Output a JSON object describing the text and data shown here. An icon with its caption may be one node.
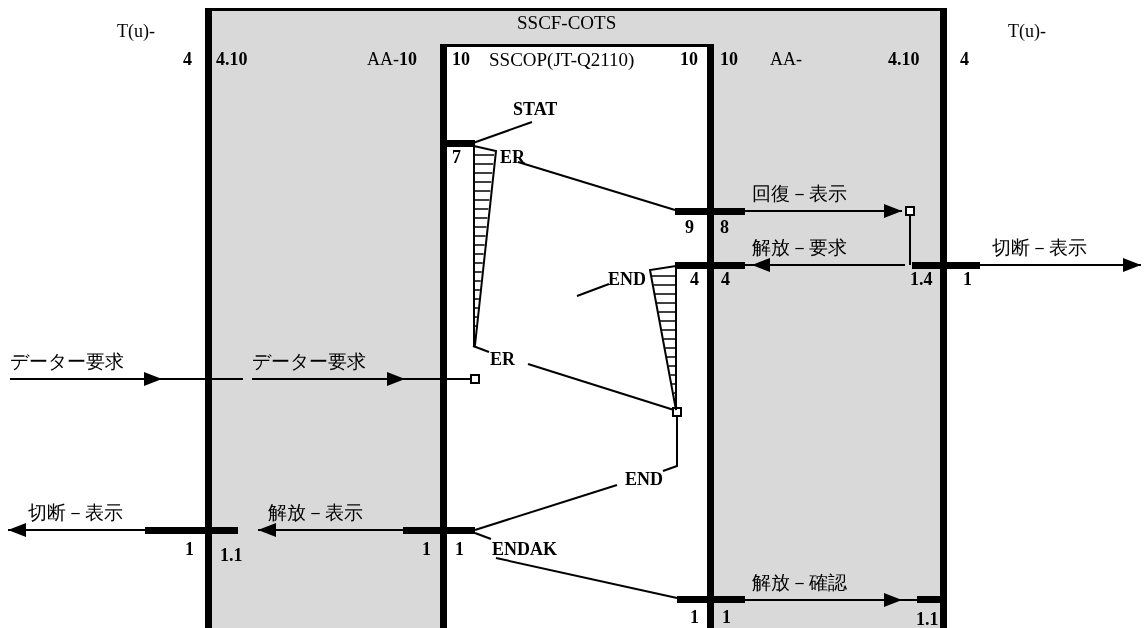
{
  "diagram": {
    "nodes": [
      {
        "text": [
          "SSCF-COTS"
        ]
      },
      {
        "text": [
          "SSCOP(JT-Q2110)"
        ],
        "in": 0
      }
    ],
    "edges": [
      {
        "from": null,
        "to": 0,
        "arrow": "to",
        "label": "データー要求"
      },
      {
        "from": null,
        "to": 1,
        "arrow": "to",
        "label": "データー要求"
      },
      {
        "from": 1,
        "to": null,
        "arrow": "to",
        "label": "回復－表示"
      },
      {
        "from": null,
        "to": 1,
        "arrow": "to",
        "label": "解放－要求"
      },
      {
        "from": 0,
        "to": null,
        "arrow": "to",
        "label": "切断－表示"
      },
      {
        "from": 1,
        "to": null,
        "arrow": "to",
        "label": "解放－表示"
      },
      {
        "from": 0,
        "to": null,
        "arrow": "to",
        "label": "切断－表示"
      },
      {
        "from": 1,
        "to": 0,
        "arrow": "to",
        "label": "解放－確認"
      }
    ],
    "labels": [
      "T(u)-",
      "T(u)-",
      "4",
      "4.10",
      "AA-**10**",
      "10",
      "10",
      "10",
      "AA-",
      "4.10",
      "4",
      "STAT",
      "7",
      "ER",
      "9",
      "8",
      "END",
      "4",
      "4",
      "1.4",
      "1",
      "ER",
      "END",
      "1",
      "1.1",
      "1",
      "1",
      "ENDAK",
      "1",
      "1",
      "1.1"
    ]
  }
}
